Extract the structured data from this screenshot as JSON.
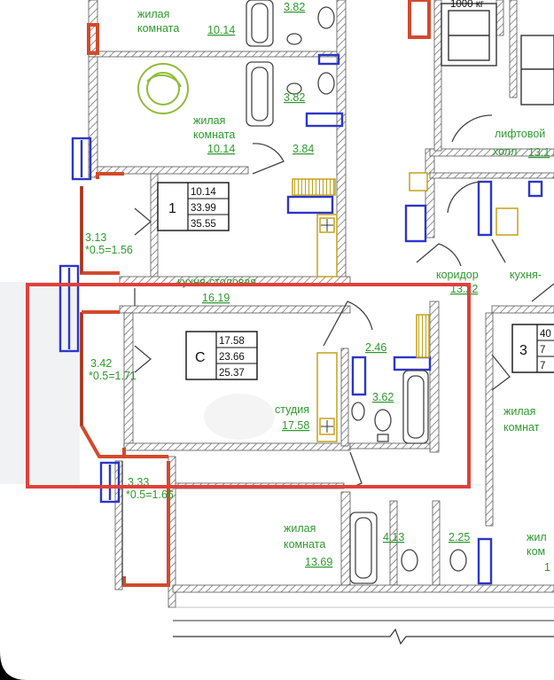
{
  "rooms": {
    "top_living": {
      "label1": "жилая",
      "label2": "комната",
      "area": "10.14"
    },
    "bath_top": {
      "area": "3.82"
    },
    "bath_mid": {
      "area": "3.82"
    },
    "living_1": {
      "label1": "жилая",
      "label2": "комната",
      "area": "10.14"
    },
    "hall_1": {
      "area": "3.84"
    },
    "balcony_1": {
      "line1": "3.13",
      "line2": "*0.5=1.56"
    },
    "kitchen_dining": {
      "label": "кухня-столовая",
      "area": "16.19"
    },
    "lift_hall": {
      "label1": "лифтовой",
      "label2": "холл",
      "area": "13.1"
    },
    "corridor": {
      "label": "коридор",
      "area": "13.22"
    },
    "kitchen_right": {
      "label": "кухня-"
    },
    "studio": {
      "label": "студия",
      "area": "17.58"
    },
    "hall_studio": {
      "area": "2.46"
    },
    "bath_studio": {
      "area": "3.62"
    },
    "loggia_studio": {
      "line1": "3.42",
      "line2": "*0.5=1.71"
    },
    "loggia_bottom": {
      "line1": "3.33",
      "line2": "*0.5=1.66"
    },
    "living_bottom": {
      "label1": "жилая",
      "label2": "комната",
      "area": "13.69"
    },
    "bath_bottom": {
      "area": "4.13"
    },
    "wc_bottom": {
      "area": "2.25"
    },
    "living_right_mid": {
      "label1": "жилая",
      "label2": "комнат"
    },
    "living_right_bottom": {
      "label1": "жил",
      "label2": "ком",
      "area": "1"
    }
  },
  "apartments": {
    "apt1": {
      "number": "1",
      "v1": "10.14",
      "v2": "33.99",
      "v3": "35.55"
    },
    "aptC": {
      "number": "С",
      "v1": "17.58",
      "v2": "23.66",
      "v3": "25.37"
    },
    "apt3": {
      "number": "3",
      "v1": "40",
      "v2": "7",
      "v3": "7"
    }
  },
  "elevator": {
    "capacity": "1000 кг"
  },
  "highlight": {
    "color": "#e0403a"
  },
  "colors": {
    "wall": "#6f6f6f",
    "balcony_wall": "#d24a2c",
    "window": "#2d36c8",
    "kitchen": "#c2a21b",
    "label_text": "#2e9a2e"
  }
}
